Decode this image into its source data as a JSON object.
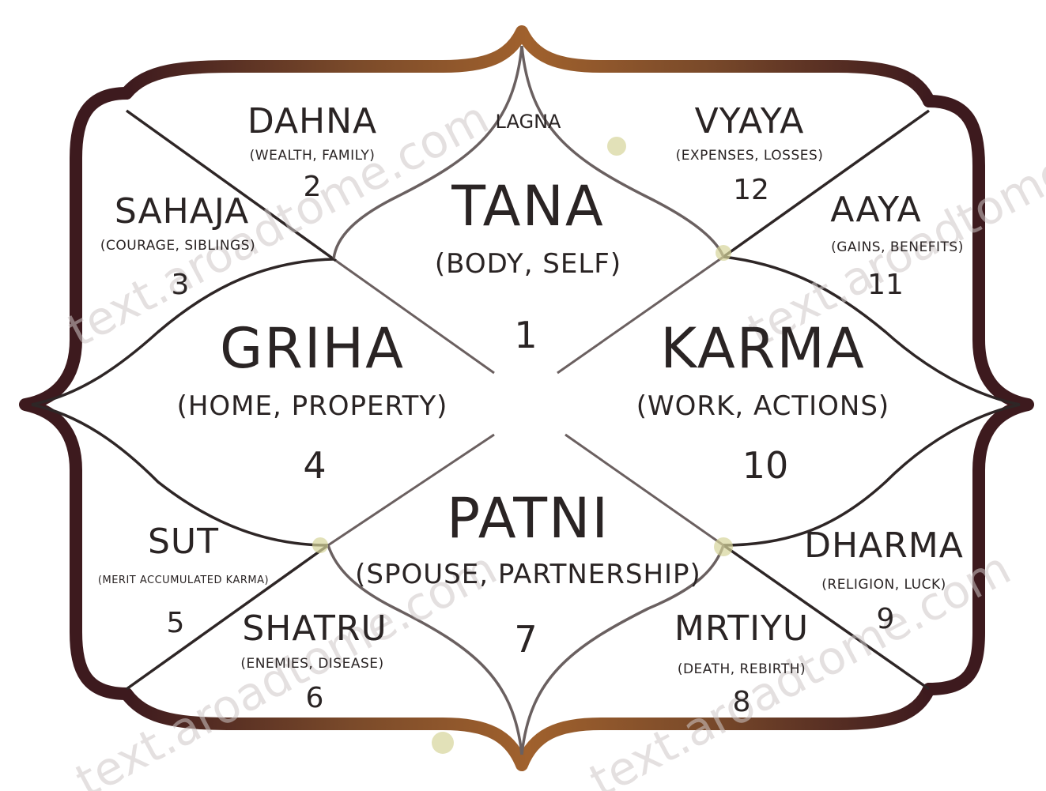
{
  "chart": {
    "lagna_label": "LAGNA",
    "houses": [
      {
        "id": "h1",
        "name": "TANA",
        "desc": "(BODY, SELF)",
        "number": "1"
      },
      {
        "id": "h2",
        "name": "DAHNA",
        "desc": "(WEALTH, FAMILY)",
        "number": "2"
      },
      {
        "id": "h3",
        "name": "SAHAJA",
        "desc": "(COURAGE, SIBLINGS)",
        "number": "3"
      },
      {
        "id": "h4",
        "name": "GRIHA",
        "desc": "(HOME, PROPERTY)",
        "number": "4"
      },
      {
        "id": "h5",
        "name": "SUT",
        "desc": "(MERIT ACCUMULATED KARMA)",
        "number": "5"
      },
      {
        "id": "h6",
        "name": "SHATRU",
        "desc": "(ENEMIES, DISEASE)",
        "number": "6"
      },
      {
        "id": "h7",
        "name": "PATNI",
        "desc": "(SPOUSE, PARTNERSHIP)",
        "number": "7"
      },
      {
        "id": "h8",
        "name": "MRTIYU",
        "desc": "(DEATH, REBIRTH)",
        "number": "8"
      },
      {
        "id": "h9",
        "name": "DHARMA",
        "desc": "(RELIGION, LUCK)",
        "number": "9"
      },
      {
        "id": "h10",
        "name": "KARMA",
        "desc": "(WORK, ACTIONS)",
        "number": "10"
      },
      {
        "id": "h11",
        "name": "AAYA",
        "desc": "(GAINS, BENEFITS)",
        "number": "11"
      },
      {
        "id": "h12",
        "name": "VYAYA",
        "desc": "(EXPENSES, LOSSES)",
        "number": "12"
      }
    ]
  },
  "watermark": "text.aroadtome.com",
  "colors": {
    "frame_dark": "#3d1a1e",
    "frame_light": "#a0612d",
    "line": "#2e2626",
    "accent": "#d6d49a"
  }
}
